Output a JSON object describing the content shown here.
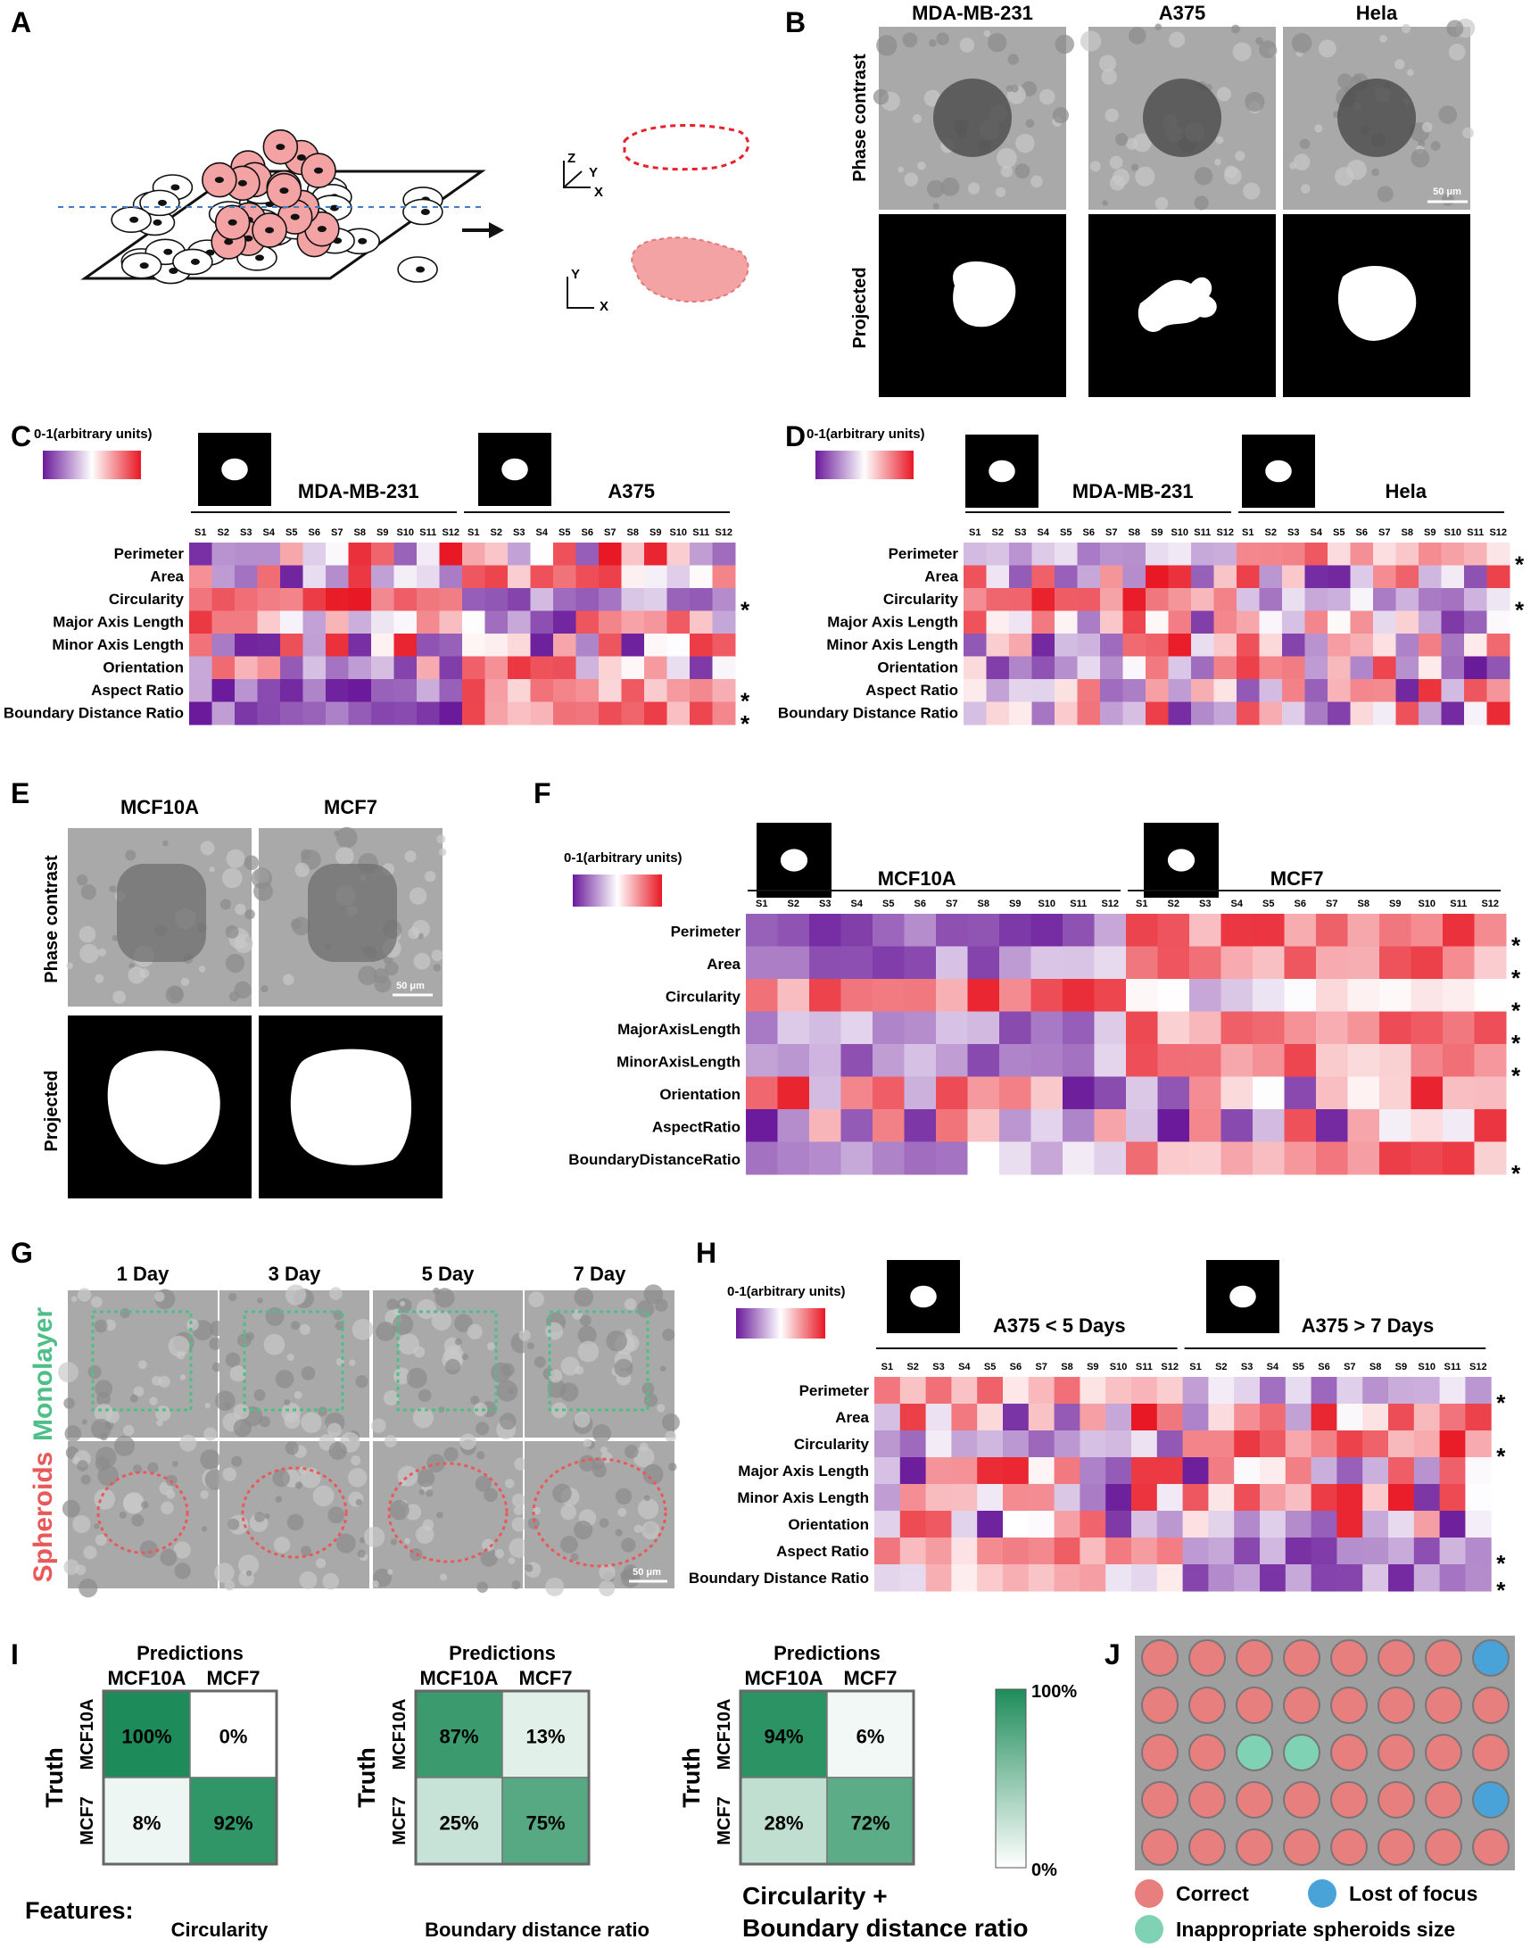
{
  "panel_labels": [
    "A",
    "B",
    "C",
    "D",
    "E",
    "F",
    "G",
    "H",
    "I",
    "J"
  ],
  "panel_a": {
    "axis_labels": [
      "Z",
      "Y",
      "X",
      "Y",
      "X"
    ]
  },
  "panel_b": {
    "columns": [
      "MDA-MB-231",
      "A375",
      "Hela"
    ],
    "rows": [
      "Phase contrast",
      "Projected"
    ],
    "scale_bar": "50 μm"
  },
  "colorbar_label": "0-1(arbitrary units)",
  "sample_labels": [
    "S1",
    "S2",
    "S3",
    "S4",
    "S5",
    "S6",
    "S7",
    "S8",
    "S9",
    "S10",
    "S11",
    "S12"
  ],
  "feature_labels_spaced": [
    "Perimeter",
    "Area",
    "Circularity",
    "Major Axis Length",
    "Minor Axis Length",
    "Orientation",
    "Aspect Ratio",
    "Boundary Distance Ratio"
  ],
  "feature_labels_compact": [
    "Perimeter",
    "Area",
    "Circularity",
    "MajorAxisLength",
    "MinorAxisLength",
    "Orientation",
    "AspectRatio",
    "BoundaryDistanceRatio"
  ],
  "panel_c": {
    "groups": [
      "MDA-MB-231",
      "A375"
    ],
    "significant_rows": [
      2,
      6,
      7
    ]
  },
  "panel_d": {
    "groups": [
      "MDA-MB-231",
      "Hela"
    ],
    "significant_rows": [
      0,
      2
    ]
  },
  "panel_e": {
    "columns": [
      "MCF10A",
      "MCF7"
    ],
    "rows": [
      "Phase contrast",
      "Projected"
    ],
    "scale_bar": "50 μm"
  },
  "panel_f": {
    "groups": [
      "MCF10A",
      "MCF7"
    ],
    "significant_rows": [
      0,
      1,
      2,
      3,
      4,
      7
    ]
  },
  "panel_g": {
    "columns": [
      "1 Day",
      "3 Day",
      "5 Day",
      "7 Day"
    ],
    "rows": [
      "Monolayer",
      "Spheroids"
    ],
    "scale_bar": "50 μm",
    "row_colors": [
      "#4fbf8a",
      "#e85a5a"
    ]
  },
  "panel_h": {
    "groups": [
      "A375 < 5 Days",
      "A375 > 7 Days"
    ],
    "significant_rows": [
      0,
      2,
      6,
      7
    ]
  },
  "panel_i": {
    "predictions_label": "Predictions",
    "truth_label": "Truth",
    "classes": [
      "MCF10A",
      "MCF7"
    ],
    "features_label": "Features:",
    "colorbar_max": "100%",
    "colorbar_min": "0%",
    "matrices": [
      {
        "feature": "Circularity",
        "cells": [
          "100%",
          "0%",
          "8%",
          "92%"
        ],
        "values": [
          100,
          0,
          8,
          92
        ]
      },
      {
        "feature": "Boundary distance ratio",
        "cells": [
          "87%",
          "13%",
          "25%",
          "75%"
        ],
        "values": [
          87,
          13,
          25,
          75
        ]
      },
      {
        "feature_line1": "Circularity +",
        "feature_line2": "Boundary distance ratio",
        "cells": [
          "94%",
          "6%",
          "28%",
          "72%"
        ],
        "values": [
          94,
          6,
          28,
          72
        ]
      }
    ]
  },
  "panel_j": {
    "legend": [
      "Correct",
      "Lost of focus",
      "Inappropriate spheroids size"
    ],
    "legend_colors": [
      "#e87f7f",
      "#4aa3d8",
      "#7fd3b4"
    ]
  },
  "star_glyph": "*"
}
